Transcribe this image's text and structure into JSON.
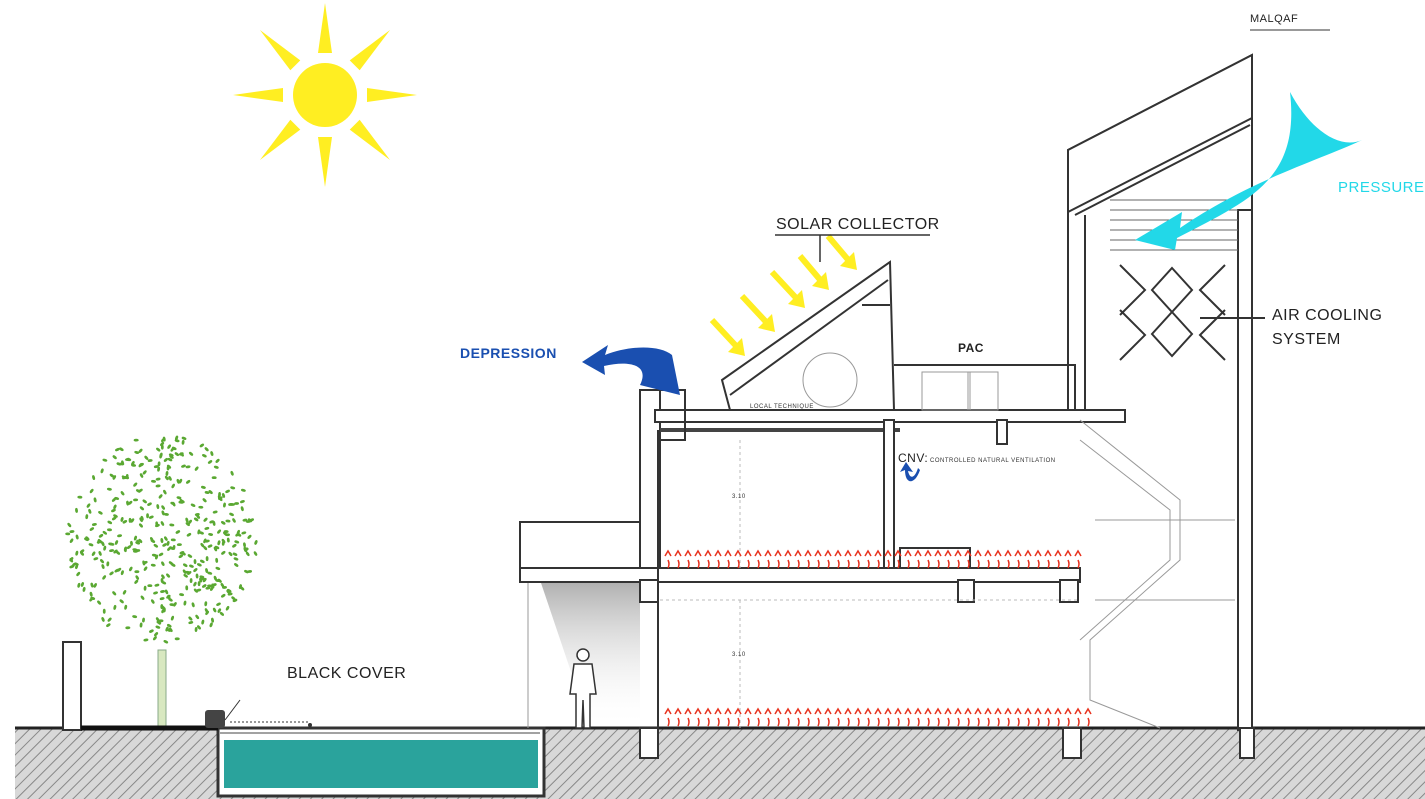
{
  "labels": {
    "malqaf": "MALQAF",
    "pressure": "PRESSURE",
    "solar_collector": "SOLAR COLLECTOR",
    "air_cooling_1": "AIR COOLING",
    "air_cooling_2": "SYSTEM",
    "depression": "DEPRESSION",
    "pac": "PAC",
    "local_technique": "LOCAL TECHNIQUE",
    "cnv": "CNV:",
    "cnv_desc": "CONTROLLED NATURAL VENTILATION",
    "black_cover": "BLACK COVER",
    "dim_upper": "3.10",
    "dim_lower": "3.10"
  },
  "colors": {
    "sun": "#ffee22",
    "pressure": "#22d8e8",
    "depression": "#1a4fb0",
    "water": "#2aa39c",
    "heat_arrows": "#e8321e",
    "tree": "#5aa832"
  }
}
